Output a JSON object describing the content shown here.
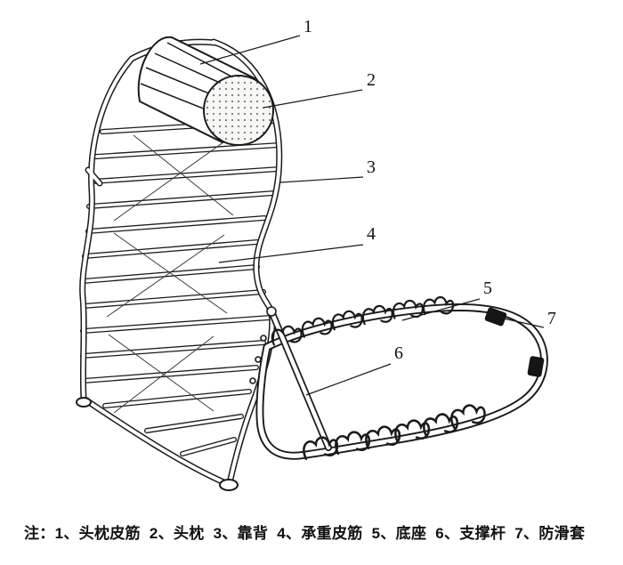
{
  "figure": {
    "type": "technical-line-drawing",
    "subject": "seat / chair frame patent-style figure",
    "colors": {
      "background": "#ffffff",
      "line": "#1a1a1a",
      "sleeve": "#151515"
    },
    "callouts": [
      {
        "num": "1",
        "label": "头枕皮筋"
      },
      {
        "num": "2",
        "label": "头枕"
      },
      {
        "num": "3",
        "label": "靠背"
      },
      {
        "num": "4",
        "label": "承重皮筋"
      },
      {
        "num": "5",
        "label": "底座"
      },
      {
        "num": "6",
        "label": "支撑杆"
      },
      {
        "num": "7",
        "label": "防滑套"
      }
    ],
    "caption": "注：1、头枕皮筋  2、头枕  3、靠背  4、承重皮筋  5、底座  6、支撑杆  7、防滑套"
  }
}
